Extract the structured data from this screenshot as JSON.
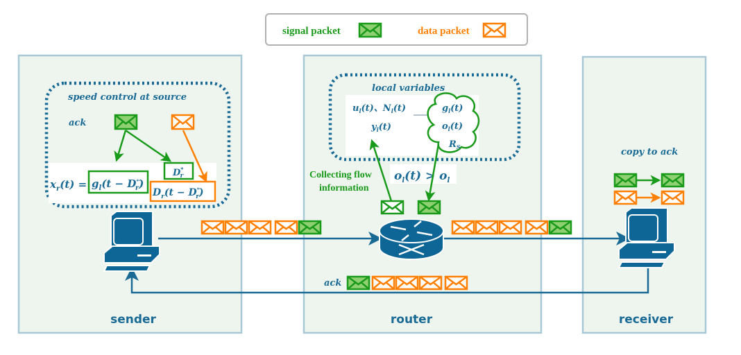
{
  "legend": {
    "signal_label": "signal packet",
    "data_label": "data packet"
  },
  "colors": {
    "signal": "#1a9a1a",
    "signal_fill": "#8fd072",
    "data": "#ff8000",
    "accent": "#1a6a96",
    "panel_bg": "#eef5ee",
    "panel_border": "#a8c8d8"
  },
  "panels": {
    "sender": "sender",
    "router": "router",
    "receiver": "receiver"
  },
  "sender": {
    "box_title": "speed control at source",
    "ack_label": "ack",
    "formula_lhs": "x",
    "formula_lhs_sub": "r",
    "formula_lhs_tail": "(t) =",
    "formula_g": "g",
    "formula_g_sub": "l",
    "formula_g_tail": "(t − D",
    "formula_g_sup": "←",
    "formula_g_sub2": "r",
    "formula_close": ")",
    "dstar": "D",
    "dstar_sup": "*",
    "dstar_sub": "r",
    "formula_d": "D",
    "formula_d_sub": "r",
    "formula_d_tail": "(t − D",
    "formula_d_sup": "←",
    "formula_d_sub2": "r",
    "formula_d_close": ")"
  },
  "router": {
    "box_title": "local variables",
    "u": "u",
    "u_sub": "l",
    "u_tail": "(t)、N",
    "n_sub": "l",
    "n_tail": "(t)",
    "y": "y",
    "y_sub": "l",
    "y_tail": "(t)",
    "g": "g",
    "g_sub": "l",
    "g_tail": "(t)",
    "o": "o",
    "o_sub": "l",
    "o_tail": "(t)",
    "rs": "R",
    "rs_sub": "S",
    "cond_o": "o",
    "cond_sub": "l",
    "cond_mid": "(t) > o",
    "cond_sub2": "l",
    "collect_line1": "Collecting flow",
    "collect_line2": "information",
    "ack_label": "ack"
  },
  "receiver": {
    "copy_label": "copy to ack"
  },
  "packets": {
    "sender_to_router": [
      "data",
      "data",
      "data",
      "data",
      "signal"
    ],
    "router_to_receiver": [
      "data",
      "data",
      "data",
      "data",
      "signal"
    ],
    "ack_return": [
      "signal",
      "data",
      "data",
      "data",
      "data"
    ]
  }
}
